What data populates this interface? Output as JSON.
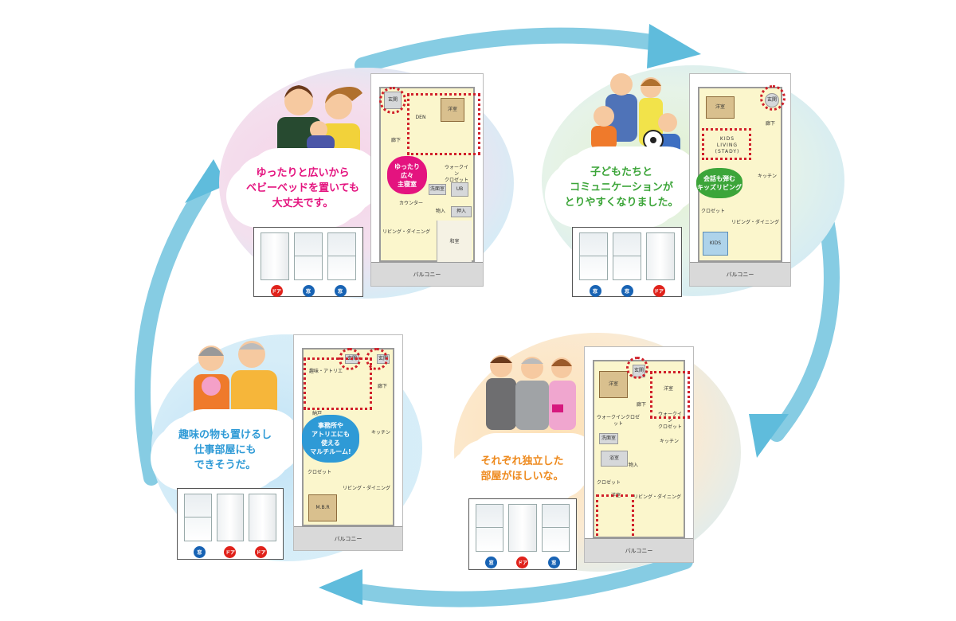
{
  "colors": {
    "arrow": "#7cc8e0",
    "pink": "#e4137f",
    "green": "#3ca539",
    "blue": "#2e9ad6",
    "orange": "#ee8a1e"
  },
  "legend": {
    "door": "ドア",
    "window": "窓"
  },
  "panels": [
    {
      "caption": "ゆったりと広いから\nベビーベッドを置いても\n大丈夫です。",
      "bubble": "ゆったり\n広々\n主寝室",
      "doors": [
        "door",
        "window",
        "window"
      ],
      "rooms": {
        "entrance": "玄関",
        "den": "DEN",
        "western": "洋室",
        "hall": "廊下",
        "walkin": "ウォークイン\nクロゼット",
        "wash": "洗面室",
        "ub": "UB",
        "counter": "カウンター",
        "storage": "物入",
        "storage2": "押入",
        "living": "リビング・ダイニング",
        "japanese": "和室",
        "balcony": "バルコニー"
      }
    },
    {
      "caption": "子どもたちと\nコミュニケーションが\nとりやすくなりました。",
      "bubble": "会話も弾む\nキッズリビング",
      "doors": [
        "window",
        "window",
        "door"
      ],
      "rooms": {
        "entrance": "玄関",
        "western": "洋室",
        "hall": "廊下",
        "kids_living": "KIDS\nLIVING\n(STADY)",
        "kitchen": "キッチン",
        "closet": "クロゼット",
        "living": "リビング・ダイニング",
        "kids": "KIDS",
        "balcony": "バルコニー"
      }
    },
    {
      "caption": "趣味の物も置けるし\n仕事部屋にも\nできそうだ。",
      "bubble": "事務所や\nアトリエにも\n使える\nマルチルーム!",
      "doors": [
        "window",
        "door",
        "door"
      ],
      "rooms": {
        "entrance1": "玄関",
        "entrance2": "玄関",
        "atelier": "趣味・アトリエ",
        "hall": "廊下",
        "storage": "納戸",
        "kitchen": "キッチン",
        "closet": "クロゼット",
        "living": "リビング・ダイニング",
        "mbr": "M.B.R",
        "balcony": "バルコニー"
      }
    },
    {
      "caption": "それぞれ独立した\n部屋がほしいな。",
      "doors": [
        "window",
        "door",
        "window"
      ],
      "rooms": {
        "entrance": "玄関",
        "western1": "洋室",
        "western2": "洋室",
        "hall": "廊下",
        "walkin1": "ウォークインクロゼット",
        "walkin2": "ウォークイン\nクロゼット",
        "wash": "洗面室",
        "bath": "浴室",
        "storage": "物入",
        "kitchen": "キッチン",
        "closet": "クロゼット",
        "living": "リビング・ダイニング",
        "western3": "洋室",
        "balcony": "バルコニー"
      }
    }
  ]
}
